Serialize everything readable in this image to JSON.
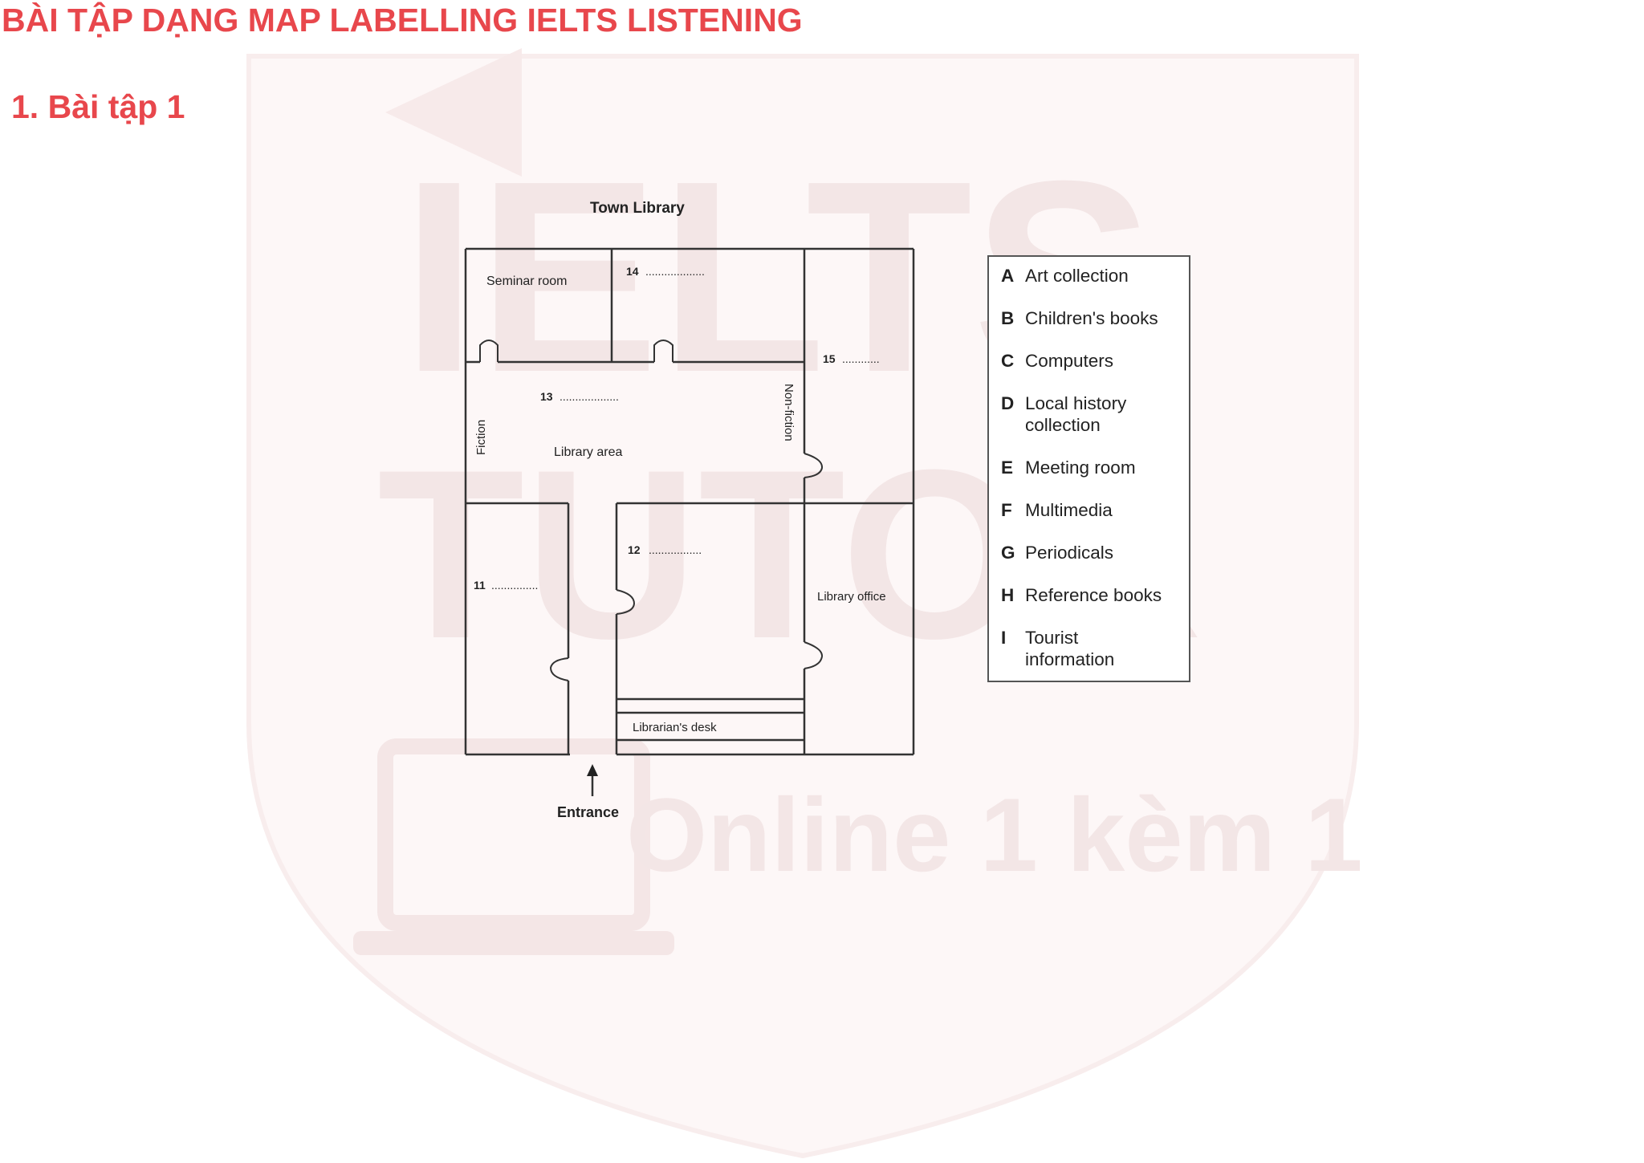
{
  "page": {
    "title": "BÀI TẬP DẠNG MAP LABELLING IELTS LISTENING",
    "section_title": "1. Bài tập 1"
  },
  "watermark": {
    "line1": "IELTS",
    "line2": "TUTOR",
    "line3": "Online 1 kèm 1"
  },
  "map": {
    "title": "Town Library",
    "rooms": {
      "seminar_room": "Seminar room",
      "library_area": "Library area",
      "fiction": "Fiction",
      "non_fiction": "Non-fiction",
      "library_office": "Library office",
      "librarians_desk": "Librarian's desk",
      "entrance": "Entrance"
    },
    "questions": [
      {
        "number": "11",
        "blank": "..............."
      },
      {
        "number": "12",
        "blank": "................."
      },
      {
        "number": "13",
        "blank": "..................."
      },
      {
        "number": "14",
        "blank": "..................."
      },
      {
        "number": "15",
        "blank": "............"
      }
    ]
  },
  "legend": [
    {
      "letter": "A",
      "text": "Art collection"
    },
    {
      "letter": "B",
      "text": "Children's books"
    },
    {
      "letter": "C",
      "text": "Computers"
    },
    {
      "letter": "D",
      "text": "Local history collection"
    },
    {
      "letter": "E",
      "text": "Meeting room"
    },
    {
      "letter": "F",
      "text": "Multimedia"
    },
    {
      "letter": "G",
      "text": "Periodicals"
    },
    {
      "letter": "H",
      "text": "Reference books"
    },
    {
      "letter": "I",
      "text": "Tourist information"
    }
  ],
  "colors": {
    "heading": "#e8474c",
    "watermark": "#f3e6e6",
    "line": "#333333"
  }
}
